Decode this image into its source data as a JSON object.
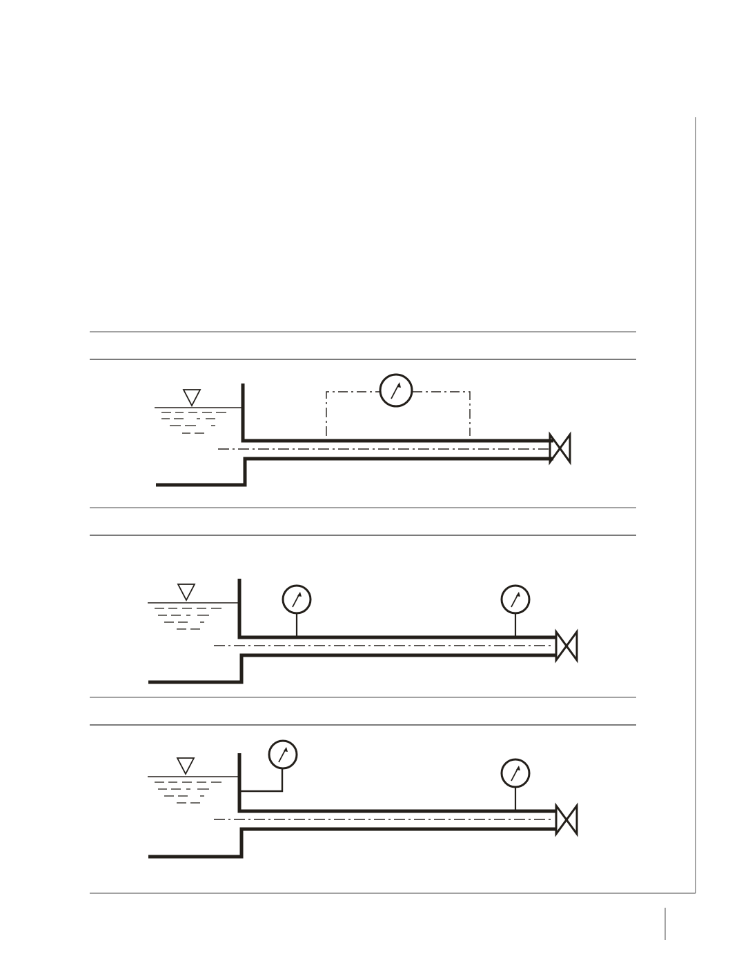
{
  "page": {
    "background": "#ffffff",
    "rule_color": "#5a5a5a",
    "ink_color": "#231f1a"
  },
  "figures": [
    {
      "name": "pipe-with-differential-gauge",
      "gauge_count": 1,
      "gauge_arrangement": "differential-dashed-connection"
    },
    {
      "name": "pipe-with-two-gauges",
      "gauge_count": 2,
      "gauge_arrangement": "direct-taps"
    },
    {
      "name": "pipe-with-reservoir-and-pipe-gauges",
      "gauge_count": 2,
      "gauge_arrangement": "reservoir-wall-tap-and-pipe-tap"
    }
  ],
  "icons": [
    "water-level-triangle-icon",
    "pressure-gauge-icon",
    "gate-valve-icon"
  ]
}
